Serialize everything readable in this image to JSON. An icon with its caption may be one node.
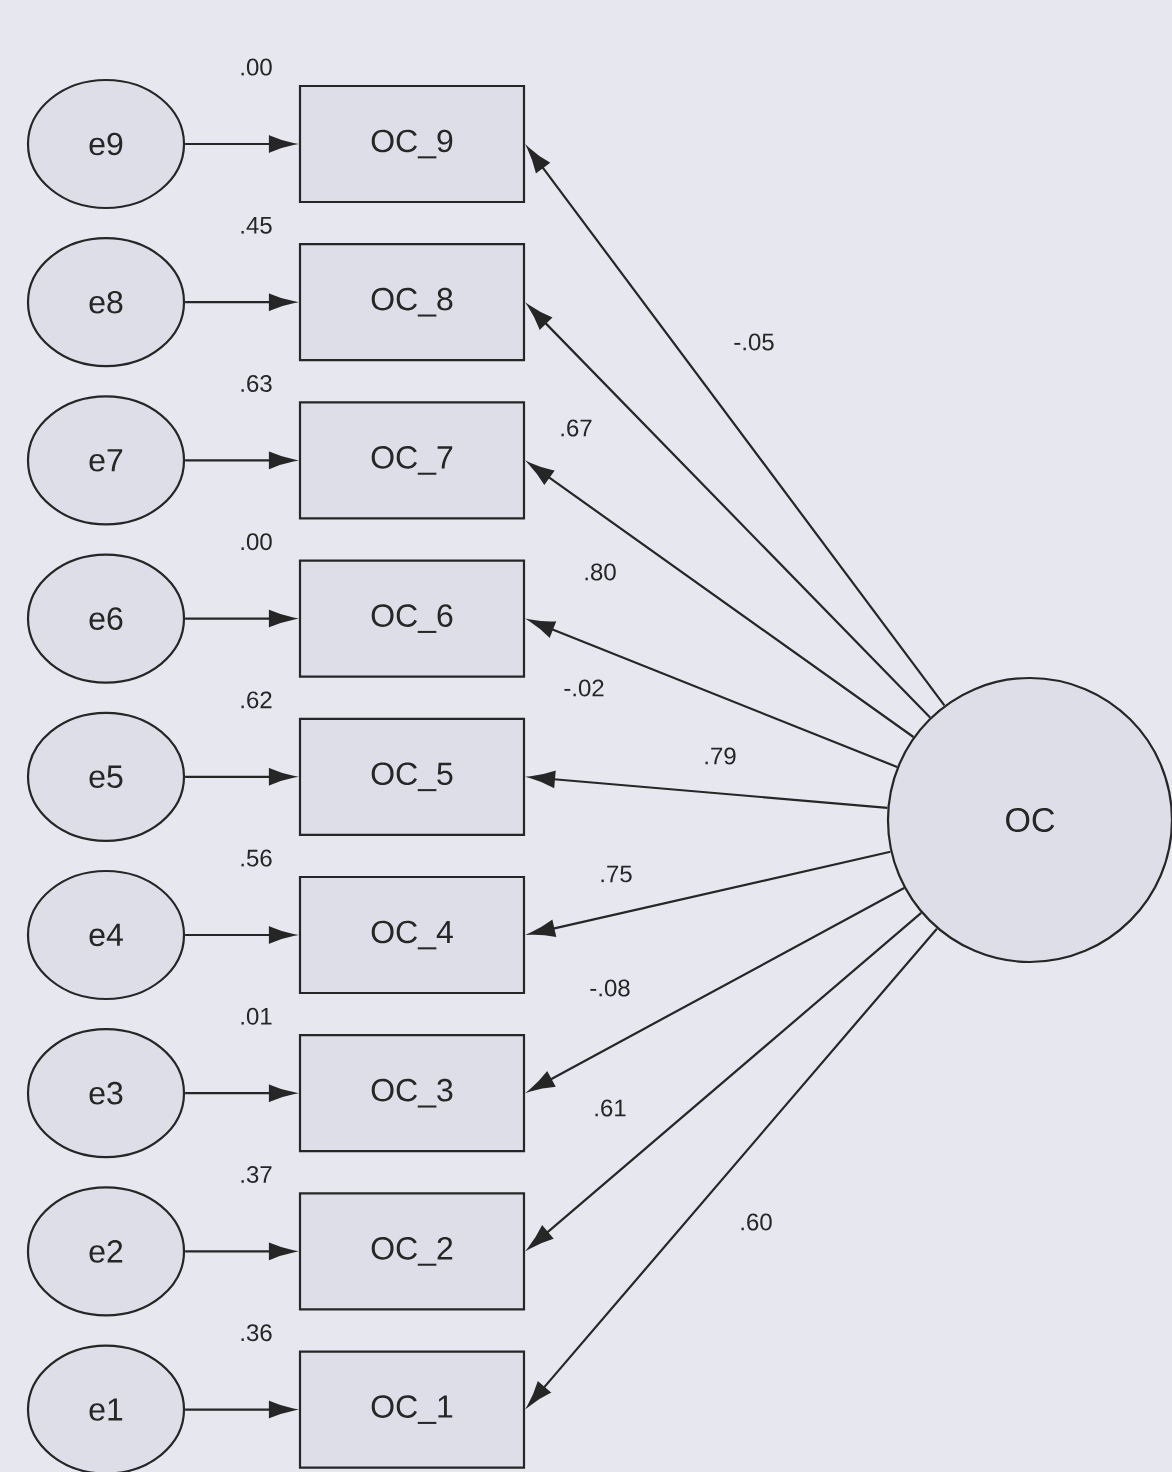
{
  "diagram": {
    "nodes": [
      {
        "text": [
          "e9"
        ]
      },
      {
        "text": [
          "OC_9"
        ],
        "beside": [
          ".00"
        ]
      },
      {
        "text": [
          "e8"
        ]
      },
      {
        "text": [
          "OC_8"
        ],
        "beside": [
          ".45"
        ]
      },
      {
        "text": [
          "e7"
        ]
      },
      {
        "text": [
          "OC_7"
        ],
        "beside": [
          ".63"
        ]
      },
      {
        "text": [
          "e6"
        ]
      },
      {
        "text": [
          "OC_6"
        ],
        "beside": [
          ".00"
        ]
      },
      {
        "text": [
          "e5"
        ]
      },
      {
        "text": [
          "OC_5"
        ],
        "beside": [
          ".62"
        ]
      },
      {
        "text": [
          "e4"
        ]
      },
      {
        "text": [
          "OC_4"
        ],
        "beside": [
          ".56"
        ]
      },
      {
        "text": [
          "e3"
        ]
      },
      {
        "text": [
          "OC_3"
        ],
        "beside": [
          ".01"
        ]
      },
      {
        "text": [
          "e2"
        ]
      },
      {
        "text": [
          "OC_2"
        ],
        "beside": [
          ".37"
        ]
      },
      {
        "text": [
          "e1"
        ]
      },
      {
        "text": [
          "OC_1"
        ],
        "beside": [
          ".36"
        ]
      },
      {
        "text": [
          "OC"
        ]
      }
    ],
    "edges": [
      {
        "from": 0,
        "to": 1,
        "arrow": "to"
      },
      {
        "from": 2,
        "to": 3,
        "arrow": "to"
      },
      {
        "from": 4,
        "to": 5,
        "arrow": "to"
      },
      {
        "from": 6,
        "to": 7,
        "arrow": "to"
      },
      {
        "from": 8,
        "to": 9,
        "arrow": "to"
      },
      {
        "from": 10,
        "to": 11,
        "arrow": "to"
      },
      {
        "from": 12,
        "to": 13,
        "arrow": "to"
      },
      {
        "from": 14,
        "to": 15,
        "arrow": "to"
      },
      {
        "from": 16,
        "to": 17,
        "arrow": "to"
      },
      {
        "from": 18,
        "to": 1,
        "arrow": "to",
        "label": "-.05"
      },
      {
        "from": 18,
        "to": 3,
        "arrow": "to",
        "label": ".67"
      },
      {
        "from": 18,
        "to": 5,
        "arrow": "to",
        "label": ".80"
      },
      {
        "from": 18,
        "to": 7,
        "arrow": "to",
        "label": "-.02"
      },
      {
        "from": 18,
        "to": 9,
        "arrow": "to",
        "label": ".79"
      },
      {
        "from": 18,
        "to": 11,
        "arrow": "to",
        "label": ".75"
      },
      {
        "from": 18,
        "to": 13,
        "arrow": "to",
        "label": "-.08"
      },
      {
        "from": 18,
        "to": 15,
        "arrow": "to",
        "label": ".61"
      },
      {
        "from": 18,
        "to": 17,
        "arrow": "to",
        "label": ".60"
      }
    ]
  }
}
